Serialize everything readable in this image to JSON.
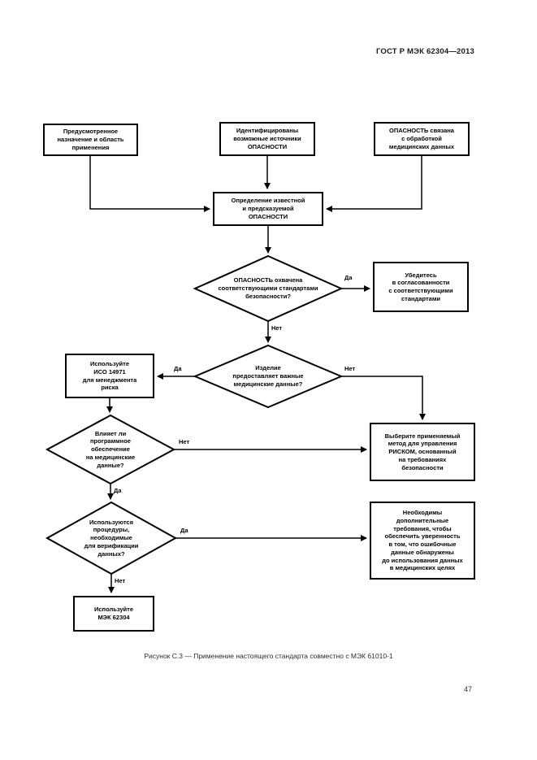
{
  "page": {
    "header": "ГОСТ Р МЭК 62304—2013",
    "caption": "Рисунок С.3 — Применение настоящего стандарта совместно с МЭК 61010-1",
    "page_number": "47"
  },
  "flowchart": {
    "nodes": {
      "intended_use": "Предусмотренное\nназначение и область\nприменения",
      "identified_sources": "Идентифицированы\nвозможные источники\nОПАСНОСТИ",
      "hazard_data_processing": "ОПАСНОСТЬ связана\nс обработкой\nмедицинских данных",
      "define_hazard": "Определение известной\nи предсказуемой\nОПАСНОСТИ",
      "decision_standards": "ОПАСНОСТЬ охвачена\nсоответствующими стандартами\nбезопасности?",
      "ensure_conformance": "Убедитесь\nв согласованности\nс соответствующими\nстандартами",
      "decision_product_data": "Изделие\nпредоставляет важные\nмедицинские данные?",
      "use_iso14971": "Используйте\nИСО 14971\nдля менеджмента\nриска",
      "decision_software": "Влияет ли\nпрограммное\nобеспечение\nна медицинские\nданные?",
      "choose_method": "Выберите применяемый\nметод для управления\nРИСКОМ, основанный\nна требованиях\nбезопасности",
      "decision_procedures": "Используются\nпроцедуры,\nнеобходимые\nдля верификации\nданных?",
      "additional_requirements": "Необходимы\nдополнительные\nтребования, чтобы\nобеспечить уверенность\nв том, что ошибочные\nданные обнаружены\nдо использования данных\nв медицинских целях",
      "use_iec62304": "Используйте\nМЭК 62304"
    },
    "labels": {
      "yes": "Да",
      "no": "Нет"
    }
  }
}
